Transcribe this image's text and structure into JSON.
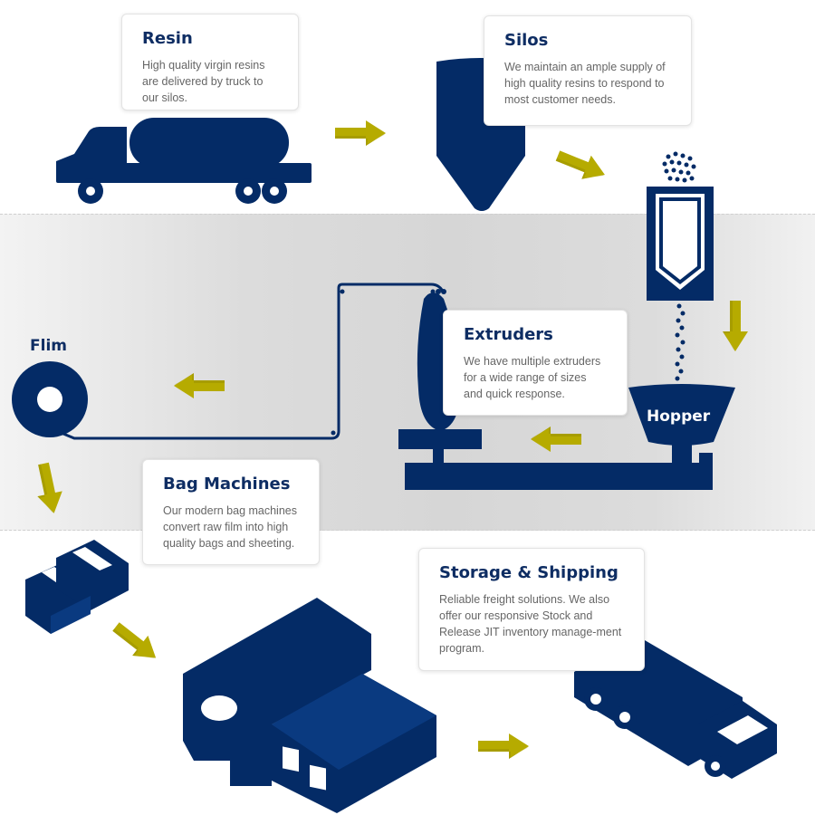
{
  "colors": {
    "navy": "#042b66",
    "arrow": "#b6ab00",
    "band": "#dcdcdc",
    "heading": "#0e2d63",
    "text": "#666666"
  },
  "cards": {
    "resin": {
      "title": "Resin",
      "text": "High quality virgin resins are delivered by truck to our silos."
    },
    "silos": {
      "title": "Silos",
      "text": "We maintain an ample supply of high quality resins to respond to most customer needs."
    },
    "extruders": {
      "title": "Extruders",
      "text": "We have multiple extruders for a wide range of sizes and quick response."
    },
    "bag": {
      "title": "Bag Machines",
      "text": "Our modern bag machines convert raw film into high quality bags and sheeting."
    },
    "storage": {
      "title": "Storage & Shipping",
      "text": "Reliable freight solutions. We also offer our responsive Stock and Release JIT inventory manage-ment program."
    }
  },
  "labels": {
    "film": "Flim",
    "hopper": "Hopper"
  },
  "icons": [
    "tanker-truck-icon",
    "silo-icon",
    "resin-pellets-icon",
    "hopper-icon",
    "extruder-icon",
    "film-roll-icon",
    "bags-icon",
    "warehouse-icon",
    "delivery-truck-icon",
    "arrow-icon"
  ]
}
